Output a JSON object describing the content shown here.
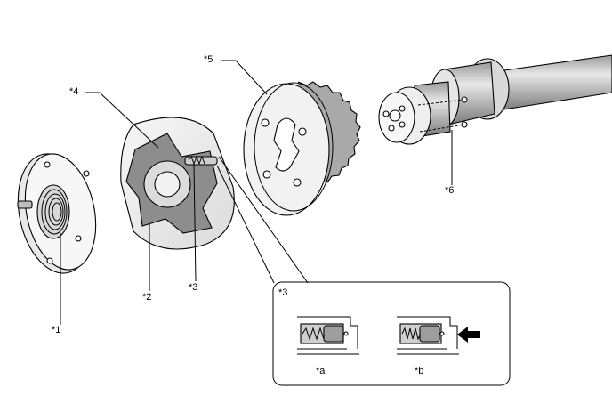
{
  "labels": {
    "p1": "*1",
    "p2": "*2",
    "p3": "*3",
    "p4": "*4",
    "p5": "*5",
    "p6": "*6",
    "detail_title": "*3",
    "detail_a": "*a",
    "detail_b": "*b"
  },
  "colors": {
    "line": "#000000",
    "background": "#ffffff",
    "light_gray": "#e6e6e6",
    "mid_gray": "#bdbdbd",
    "dark_gray": "#6e6e6e"
  },
  "icons": {
    "arrow": "left-arrow-icon"
  }
}
